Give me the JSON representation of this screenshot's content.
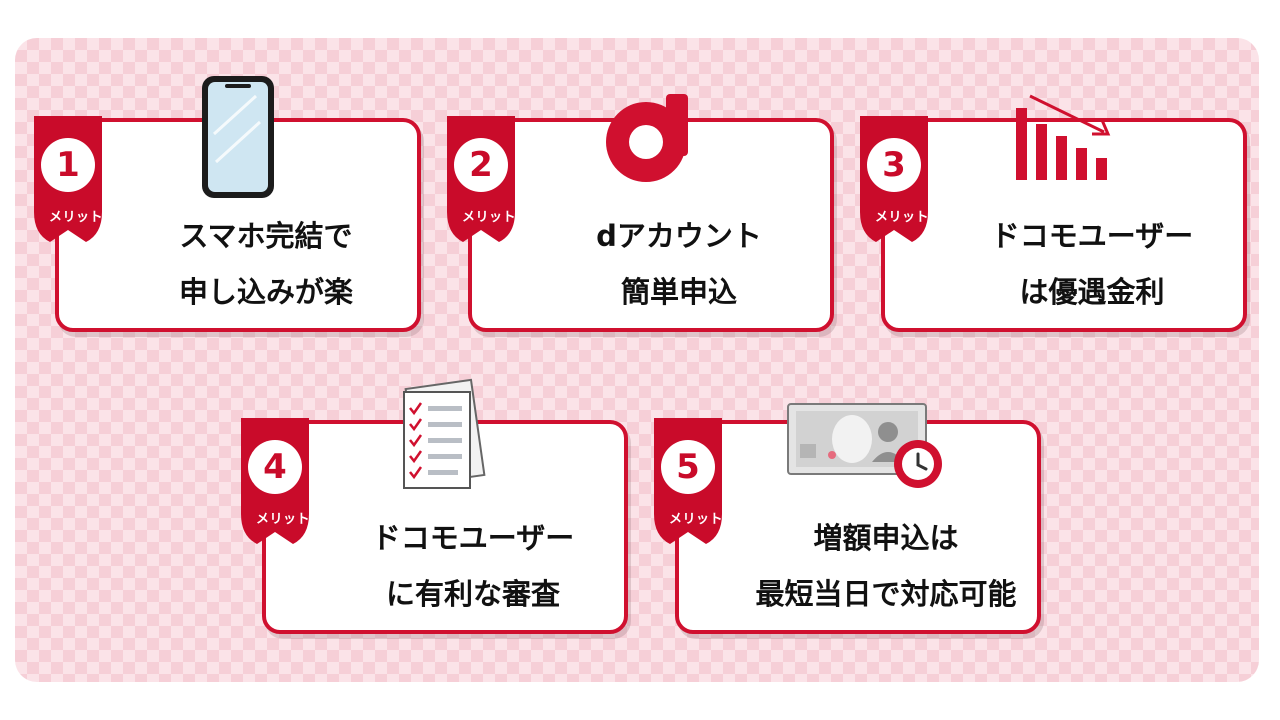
{
  "badge_label": "メリット",
  "merits": [
    {
      "number": "1",
      "line1": "スマホ完結で",
      "line2": "申し込みが楽",
      "icon": "smartphone-icon"
    },
    {
      "number": "2",
      "line1": "dアカウント",
      "line2": "簡単申込",
      "icon": "d-account-logo"
    },
    {
      "number": "3",
      "line1": "ドコモユーザー",
      "line2": "は優遇金利",
      "icon": "decreasing-bar-chart-icon"
    },
    {
      "number": "4",
      "line1": "ドコモユーザー",
      "line2": "に有利な審査",
      "icon": "checklist-document-icon"
    },
    {
      "number": "5",
      "line1": "増額申込は",
      "line2": "最短当日で対応可能",
      "icon": "banknote-clock-icon"
    }
  ],
  "colors": {
    "accent": "#d0102f",
    "ribbon": "#c90b2a",
    "panel": "#fbe3e8"
  }
}
